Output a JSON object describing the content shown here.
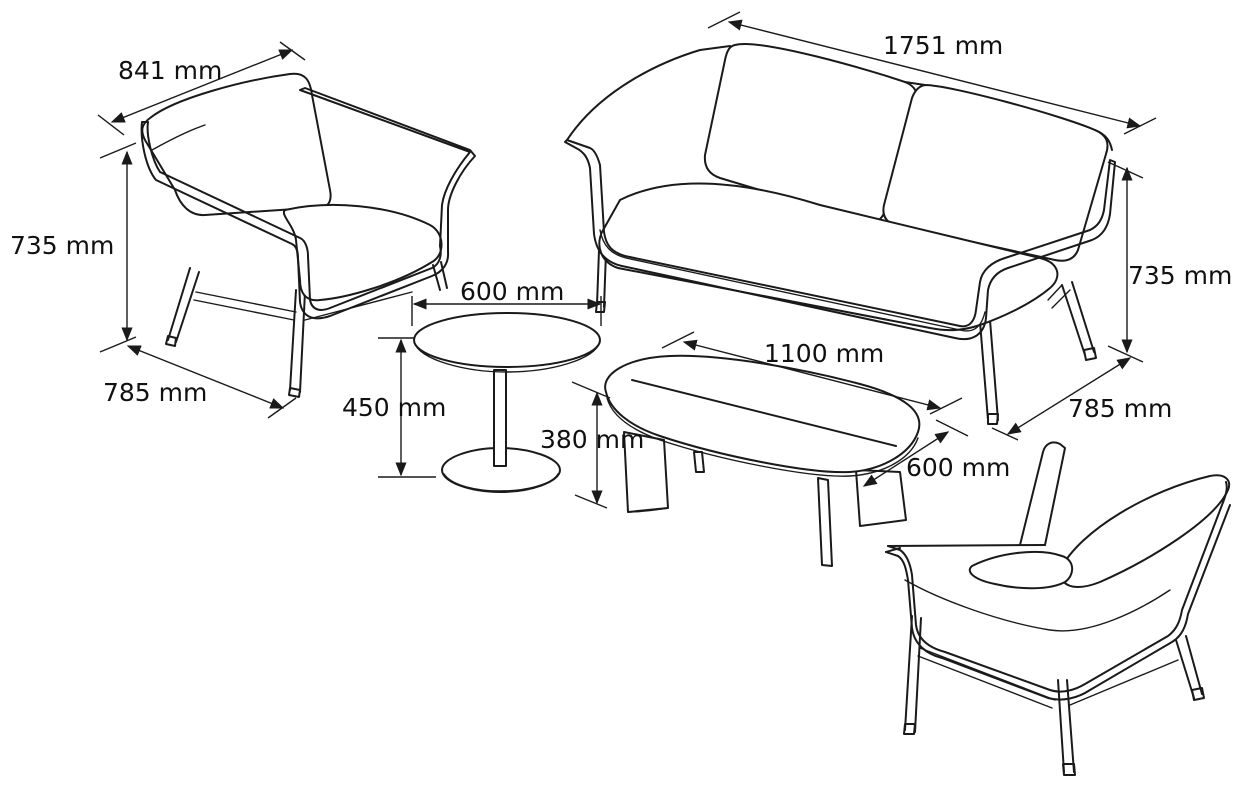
{
  "figure": {
    "items": [
      "armchair-left",
      "sofa",
      "side-table",
      "coffee-table",
      "armchair-right"
    ],
    "line_color": "#1a1a1a",
    "background": "#ffffff"
  },
  "dimensions": {
    "armchair_width": "841 mm",
    "armchair_height": "735 mm",
    "armchair_depth": "785 mm",
    "sofa_width": "1751 mm",
    "sofa_height": "735 mm",
    "sofa_depth": "785 mm",
    "side_table_diameter": "600 mm",
    "side_table_height": "450 mm",
    "coffee_table_length": "1100 mm",
    "coffee_table_width": "600 mm",
    "coffee_table_height": "380 mm"
  }
}
